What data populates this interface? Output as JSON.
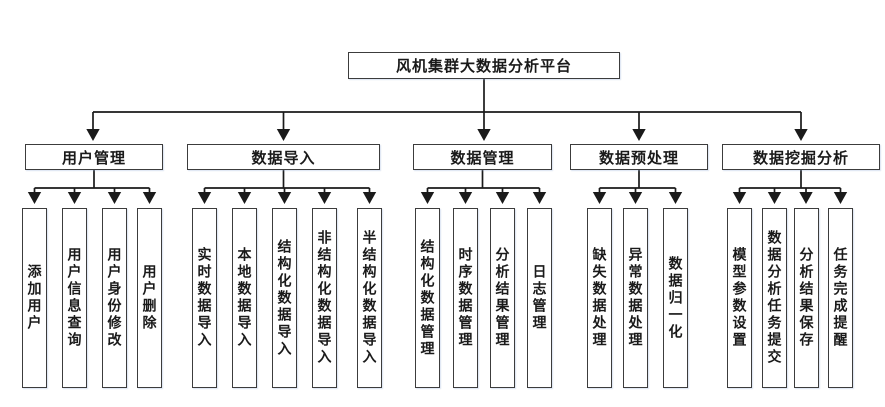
{
  "diagram": {
    "title_node": "风机集群大数据分析平台",
    "groups": [
      {
        "label": "用户管理",
        "children": [
          "添加用户",
          "用户信息查询",
          "用户身份修改",
          "用户删除"
        ]
      },
      {
        "label": "数据导入",
        "children": [
          "实时数据导入",
          "本地数据导入",
          "结构化数据导入",
          "非结构化数据导入",
          "半结构化数据导入"
        ]
      },
      {
        "label": "数据管理",
        "children": [
          "结构化数据管理",
          "时序数据管理",
          "分析结果管理",
          "日志管理"
        ]
      },
      {
        "label": "数据预处理",
        "children": [
          "缺失数据处理",
          "异常数据处理",
          "数据归一化"
        ]
      },
      {
        "label": "数据挖掘分析",
        "children": [
          "模型参数设置",
          "数据分析任务提交",
          "分析结果保存",
          "任务完成提醒"
        ]
      }
    ],
    "colors": {
      "line": "#1a1a1a",
      "box_border": "#3c3c3c",
      "box_fill": "#ffffff",
      "text": "#1a1a1a",
      "background": "#ffffff"
    }
  }
}
